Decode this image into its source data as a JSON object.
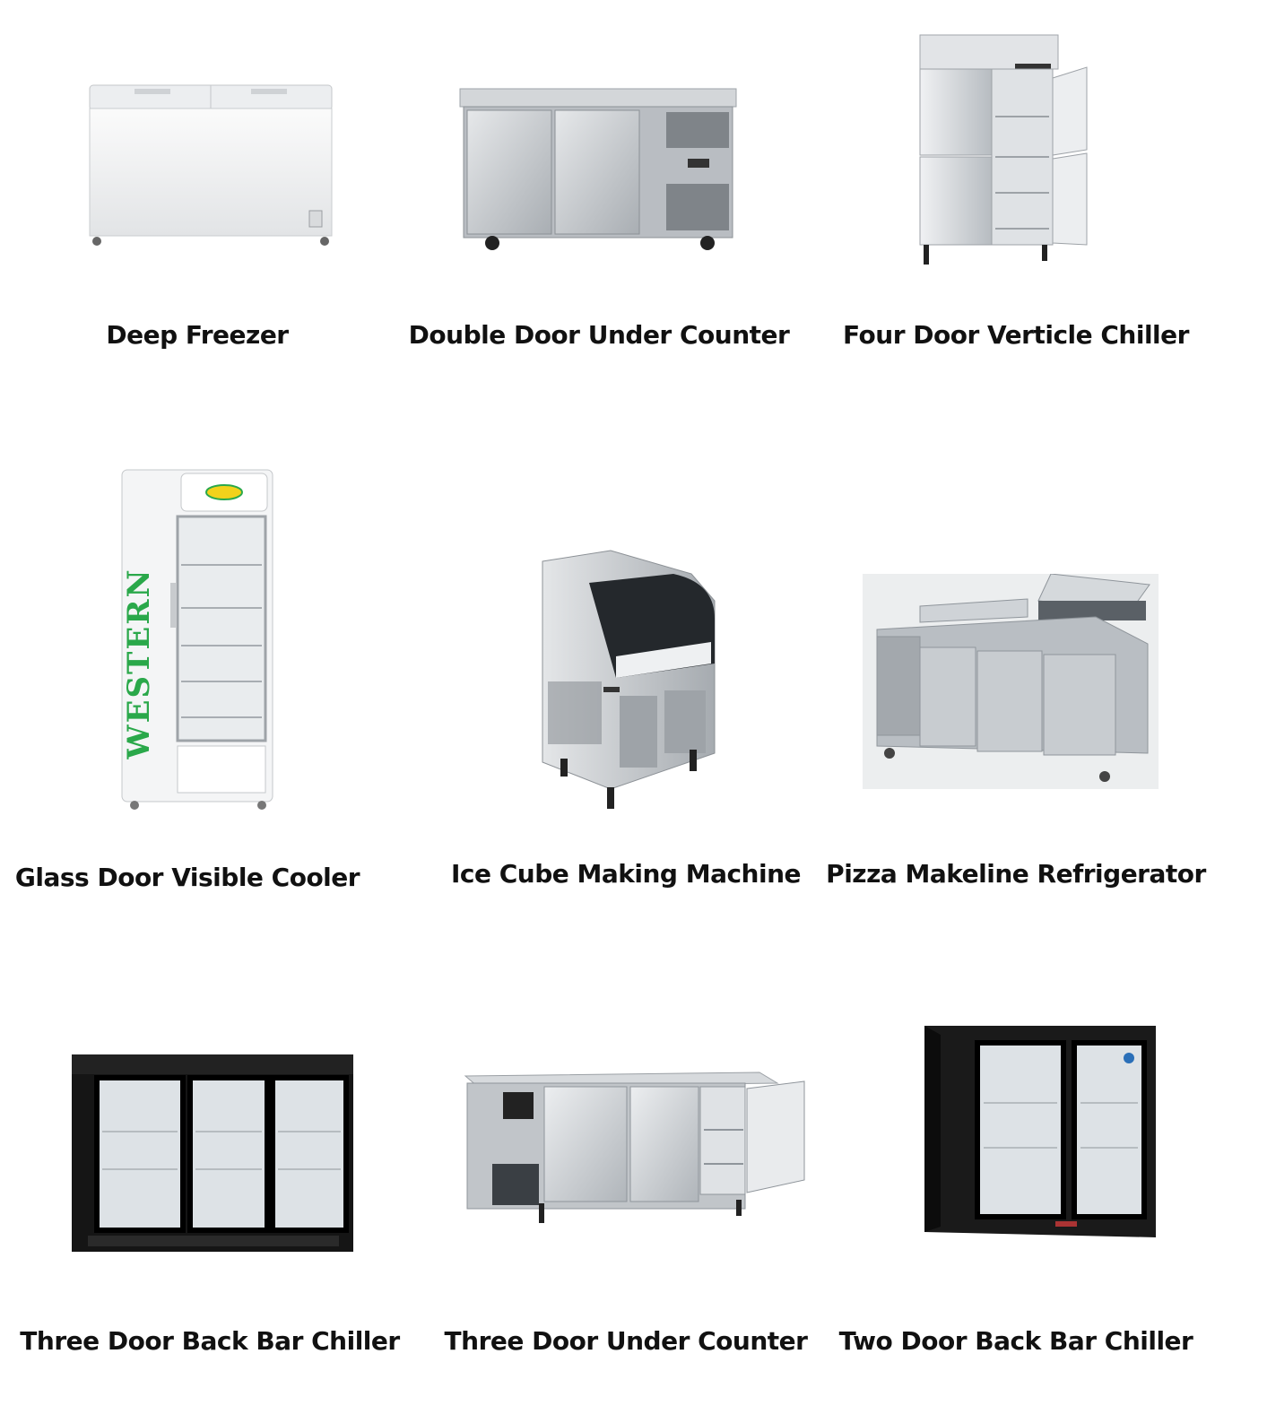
{
  "products": [
    {
      "id": "deep-freezer",
      "label": "Deep Freezer",
      "image": "deep-freezer-image"
    },
    {
      "id": "double-door-under-counter",
      "label": "Double Door Under Counter",
      "image": "double-door-under-counter-image"
    },
    {
      "id": "four-door-verticle-chiller",
      "label": "Four Door Verticle Chiller",
      "image": "four-door-vertical-chiller-image"
    },
    {
      "id": "glass-door-visible-cooler",
      "label": "Glass Door Visible Cooler",
      "image": "glass-door-visible-cooler-image",
      "brand_text": "WESTERN"
    },
    {
      "id": "ice-cube-making-machine",
      "label": "Ice Cube Making Machine",
      "image": "ice-cube-machine-image"
    },
    {
      "id": "pizza-makeline-refrigerator",
      "label": "Pizza Makeline Refrigerator",
      "image": "pizza-makeline-image"
    },
    {
      "id": "three-door-back-bar-chiller",
      "label": "Three Door Back Bar Chiller",
      "image": "three-door-back-bar-chiller-image"
    },
    {
      "id": "three-door-under-counter",
      "label": "Three Door Under Counter",
      "image": "three-door-under-counter-image"
    },
    {
      "id": "two-door-back-bar-chiller",
      "label": "Two Door Back Bar Chiller",
      "image": "two-door-back-bar-chiller-image"
    }
  ],
  "colors": {
    "background": "#ffffff",
    "caption_text": "#111111",
    "steel": "#c9cdd1",
    "steel_dark": "#8f959b",
    "black_cabinet": "#151515",
    "brand_green": "#2aa84a"
  }
}
